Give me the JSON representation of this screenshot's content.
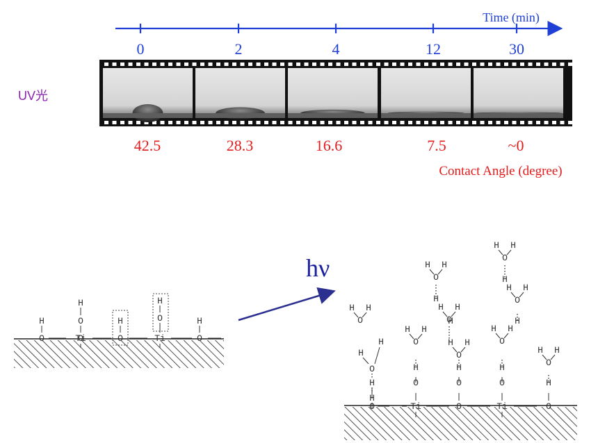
{
  "timeline": {
    "axis_title": "Time (min)",
    "times": [
      "0",
      "2",
      "4",
      "12",
      "30"
    ],
    "color": "#1f3fd6"
  },
  "uv_label": "UV光",
  "uv_color": "#8b1fb0",
  "contact_angles": [
    "42.5",
    "28.3",
    "16.6",
    "7.5",
    "~0"
  ],
  "contact_angle_label": "Contact Angle (degree)",
  "angle_color": "#e21b1b",
  "droplet_levels": [
    42.5,
    28.3,
    16.6,
    7.5,
    0
  ],
  "diagram": {
    "hv_label": "hν",
    "atoms": {
      "O": "O",
      "H": "H",
      "Ti": "Ti"
    }
  }
}
